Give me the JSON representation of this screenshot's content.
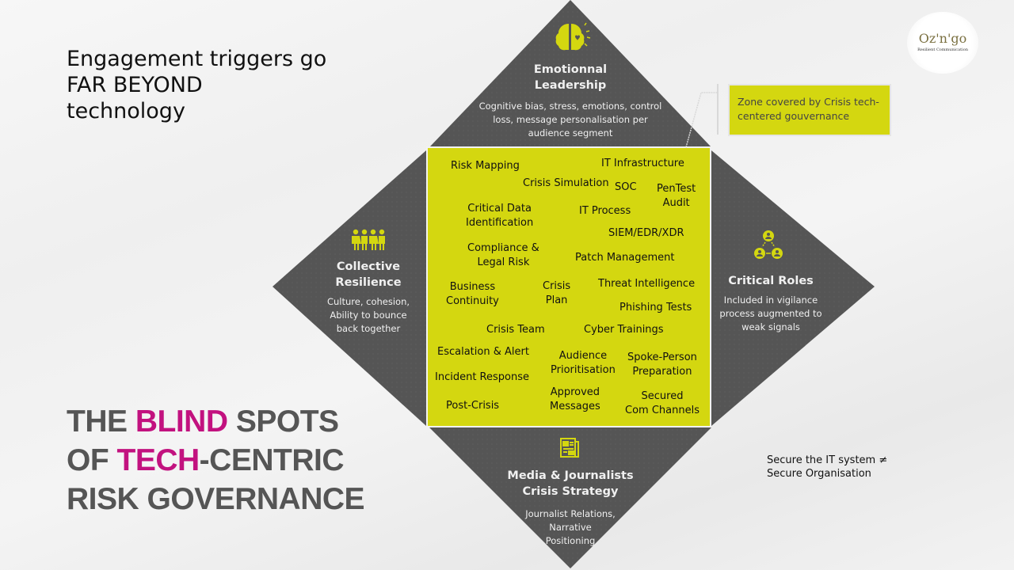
{
  "colors": {
    "triangle_fill": "#555555",
    "zone_fill": "#d4d710",
    "accent_magenta": "#c2127f",
    "title_gray": "#555555",
    "icon_yellow": "#d4d710"
  },
  "logo": {
    "name": "Oz'n'go",
    "tagline": "Resilient Communication"
  },
  "headline": [
    "Engagement triggers go",
    "FAR BEYOND",
    "technology"
  ],
  "title": {
    "line1_pre": "THE ",
    "line1_accent": "BLIND",
    "line1_post": " SPOTS",
    "line2_pre": "OF ",
    "line2_accent": "TECH",
    "line2_post": "-CENTRIC",
    "line3": "RISK GOVERNANCE"
  },
  "callout": {
    "text": "Zone covered by Crisis tech-centered gouvernance"
  },
  "note": {
    "line1": "Secure the IT system ≠",
    "line2": "Secure Organisation"
  },
  "triangles": {
    "top": {
      "icon": "brain-heart-icon",
      "title": [
        "Emotionnal",
        "Leadership"
      ],
      "desc": [
        "Cognitive bias, stress, emotions, control",
        "loss, message personalisation per",
        "audience segment"
      ]
    },
    "left": {
      "icon": "people-group-icon",
      "title": [
        "Collective",
        "Resilience"
      ],
      "desc": [
        "Culture, cohesion,",
        "Ability to bounce",
        "back together"
      ]
    },
    "right": {
      "icon": "network-roles-icon",
      "title": [
        "Critical Roles"
      ],
      "desc": [
        "Included in vigilance",
        "process augmented to",
        "weak signals"
      ]
    },
    "bottom": {
      "icon": "newspaper-icon",
      "title": [
        "Media & Journalists",
        "Crisis Strategy"
      ],
      "desc": [
        "Journalist Relations,",
        "Narrative",
        "Positioning"
      ]
    }
  },
  "zone_items": [
    {
      "lines": [
        "Risk Mapping"
      ]
    },
    {
      "lines": [
        "IT Infrastructure"
      ]
    },
    {
      "lines": [
        "Crisis Simulation"
      ]
    },
    {
      "lines": [
        "SOC"
      ]
    },
    {
      "lines": [
        "PenTest",
        "Audit"
      ]
    },
    {
      "lines": [
        "Critical Data",
        "Identification"
      ]
    },
    {
      "lines": [
        "IT Process"
      ]
    },
    {
      "lines": [
        "SIEM/EDR/XDR"
      ]
    },
    {
      "lines": [
        "Compliance &",
        "Legal Risk"
      ]
    },
    {
      "lines": [
        "Patch Management"
      ]
    },
    {
      "lines": [
        "Business",
        "Continuity"
      ]
    },
    {
      "lines": [
        "Crisis",
        "Plan"
      ]
    },
    {
      "lines": [
        "Threat Intelligence"
      ]
    },
    {
      "lines": [
        "Phishing Tests"
      ]
    },
    {
      "lines": [
        "Crisis Team"
      ]
    },
    {
      "lines": [
        "Cyber Trainings"
      ]
    },
    {
      "lines": [
        "Escalation & Alert"
      ]
    },
    {
      "lines": [
        "Audience",
        "Prioritisation"
      ]
    },
    {
      "lines": [
        "Spoke-Person",
        "Preparation"
      ]
    },
    {
      "lines": [
        "Incident Response"
      ]
    },
    {
      "lines": [
        "Approved",
        "Messages"
      ]
    },
    {
      "lines": [
        "Secured",
        "Com Channels"
      ]
    },
    {
      "lines": [
        "Post-Crisis"
      ]
    }
  ]
}
